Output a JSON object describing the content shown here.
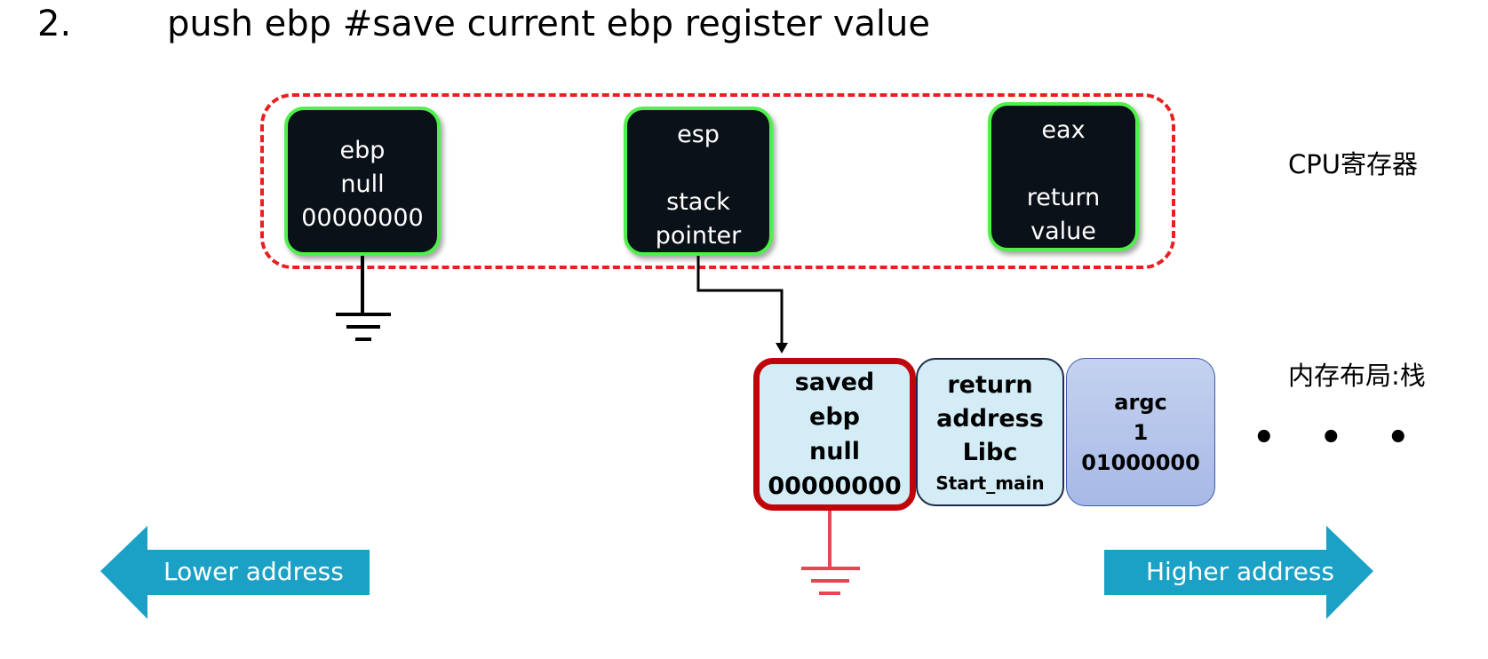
{
  "heading": {
    "number": "2.",
    "text": "push ebp #save current ebp register value"
  },
  "registers": [
    {
      "name": "ebp",
      "lines": [
        "ebp",
        "null",
        "00000000"
      ]
    },
    {
      "name": "esp",
      "lines": [
        "esp",
        "",
        "stack",
        "pointer"
      ]
    },
    {
      "name": "eax",
      "lines": [
        "eax",
        "",
        "return",
        "value"
      ]
    }
  ],
  "labels": {
    "cpu_registers": "CPU寄存器",
    "memory_layout": "内存布局:栈"
  },
  "stack_cells": {
    "saved_ebp": [
      "saved",
      "ebp",
      "null",
      "00000000"
    ],
    "return_address": [
      "return",
      "address",
      "Libc"
    ],
    "return_address_small": "Start_main",
    "argc": [
      "argc",
      "1",
      "01000000"
    ]
  },
  "ellipsis": "• • •",
  "arrows": {
    "lower": "Lower address",
    "higher": "Higher address"
  },
  "colors": {
    "register_fill": "#0b1118",
    "register_border": "#4ff04a",
    "group_border": "#e8201f",
    "saved_border": "#c0050a",
    "cell_fill": "#d3ecf5",
    "argc_fill": "#aebfe6",
    "arrow_fill": "#1ba1c5"
  }
}
